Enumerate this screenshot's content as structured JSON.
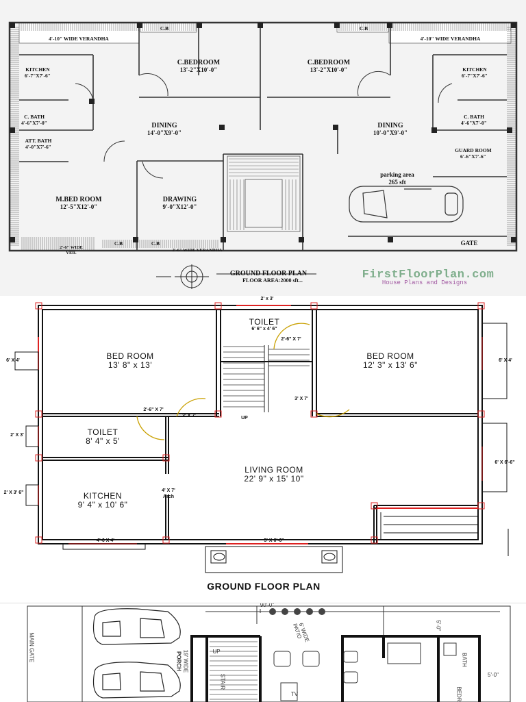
{
  "plan1": {
    "rooms": [
      {
        "name": "4'-10\" WIDE VERANDHA",
        "dim": ""
      },
      {
        "name": "C.B",
        "dim": ""
      },
      {
        "name": "C.BEDROOM",
        "dim": "13'-2\"X10'-0\""
      },
      {
        "name": "C.BEDROOM",
        "dim": "13'-2\"X10'-0\""
      },
      {
        "name": "C.B",
        "dim": ""
      },
      {
        "name": "4'-10\" WIDE VERANDHA",
        "dim": ""
      },
      {
        "name": "KITCHEN",
        "dim": "6'-7\"X7'-6\""
      },
      {
        "name": "KITCHEN",
        "dim": "6'-7\"X7'-6\""
      },
      {
        "name": "C. BATH",
        "dim": "4'-6\"X7'-0\""
      },
      {
        "name": "C. BATH",
        "dim": "4'-6\"X7'-0\""
      },
      {
        "name": "DINING",
        "dim": "14'-0\"X9'-0\""
      },
      {
        "name": "DINING",
        "dim": "10'-0\"X9'-0\""
      },
      {
        "name": "ATT. BATH",
        "dim": "4'-0\"X7'-6\""
      },
      {
        "name": "GUARD ROOM",
        "dim": "6'-6\"X7'-6\""
      },
      {
        "name": "parking area",
        "dim": "265 sft"
      },
      {
        "name": "M.BED ROOM",
        "dim": "12'-5\"X12'-0\""
      },
      {
        "name": "DRAWING",
        "dim": "9'-0\"X12'-0\""
      },
      {
        "name": "2'-6\" WIDE",
        "dim": "VER."
      },
      {
        "name": "C.B",
        "dim": ""
      },
      {
        "name": "C.B",
        "dim": ""
      },
      {
        "name": "2'-6\" WIDE VERANDHA",
        "dim": ""
      },
      {
        "name": "GATE",
        "dim": ""
      }
    ],
    "title": "GROUND FLOOR PLAN",
    "area": "FLOOR AREA:2000 sft...",
    "watermark": "FirstFloorPlan.com",
    "watermark_sub": "House Plans and Designs"
  },
  "plan2": {
    "rooms": [
      {
        "name": "TOILET",
        "dim": "6' 6\" x 4' 6\""
      },
      {
        "name": "BED ROOM",
        "dim": "13' 8\" x 13'"
      },
      {
        "name": "BED ROOM",
        "dim": "12' 3\" x 13' 6\""
      },
      {
        "name": "TOILET",
        "dim": "8' 4\" x 5'"
      },
      {
        "name": "LIVING ROOM",
        "dim": "22' 9\" x 15' 10\""
      },
      {
        "name": "KITCHEN",
        "dim": "9' 4\" x 10' 6\""
      }
    ],
    "openings": [
      "2' x 3'",
      "2'-6\" X 7'",
      "6' X 4'",
      "6' X 4'",
      "2' X 3'",
      "2'-6\" X 7'",
      "3' X 7'",
      "3' X 7'",
      "UP",
      "6' X 6'-6\"",
      "2' X 3' 6\"",
      "4' X 7'",
      "Arch",
      "4'-6 X 4'",
      "5' X 6'-6\""
    ],
    "title": "GROUND FLOOR PLAN"
  },
  "plan3": {
    "labels": [
      "90'-0\"",
      "MAIN GATE",
      "PORCH",
      "19' WIDE",
      "STAIR",
      "UP",
      "PATIO",
      "6' WIDE",
      "BATH",
      "BEDR",
      "TV",
      "5'-0\"",
      "5'-0\""
    ]
  }
}
